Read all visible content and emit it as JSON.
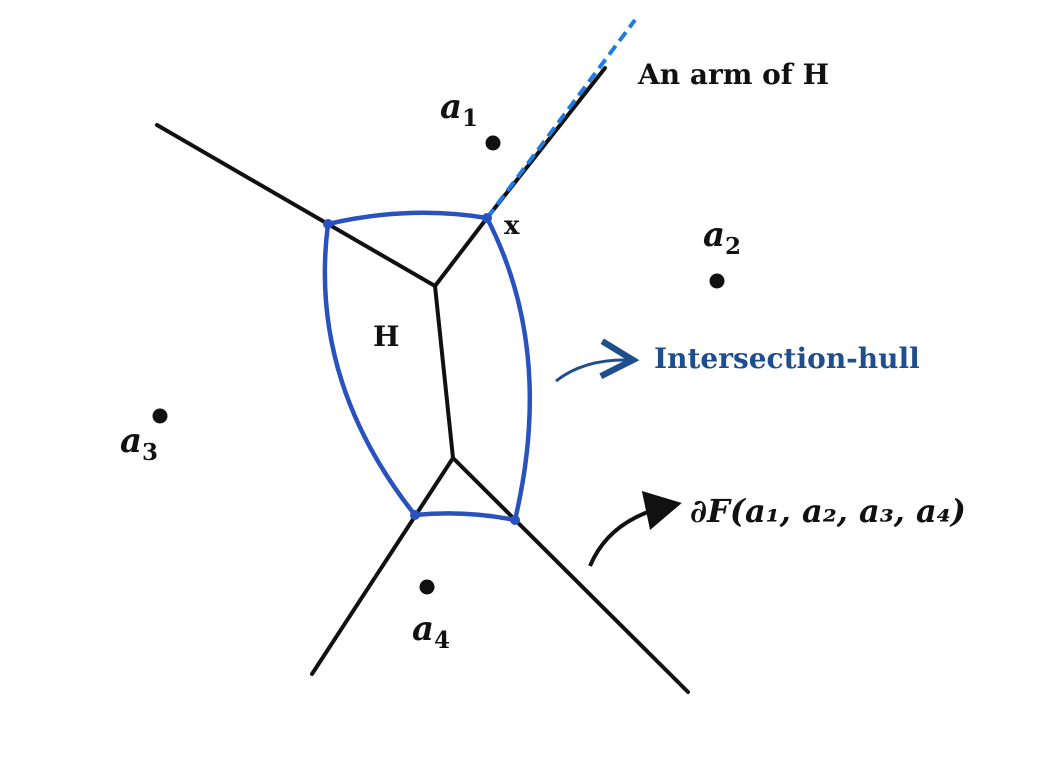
{
  "labels": {
    "arm": "An arm of H",
    "x": "x",
    "h": "H",
    "hull": "Intersection-hull",
    "boundary": "∂F(a₁, a₂, a₃, a₄)"
  },
  "points": {
    "a1": {
      "base": "a",
      "sub": "1"
    },
    "a2": {
      "base": "a",
      "sub": "2"
    },
    "a3": {
      "base": "a",
      "sub": "3"
    },
    "a4": {
      "base": "a",
      "sub": "4"
    }
  },
  "colors": {
    "tree": "#111111",
    "hull": "#2a52be",
    "arm_dash": "#1e7be0",
    "hull_label": "#1f4e8c"
  }
}
